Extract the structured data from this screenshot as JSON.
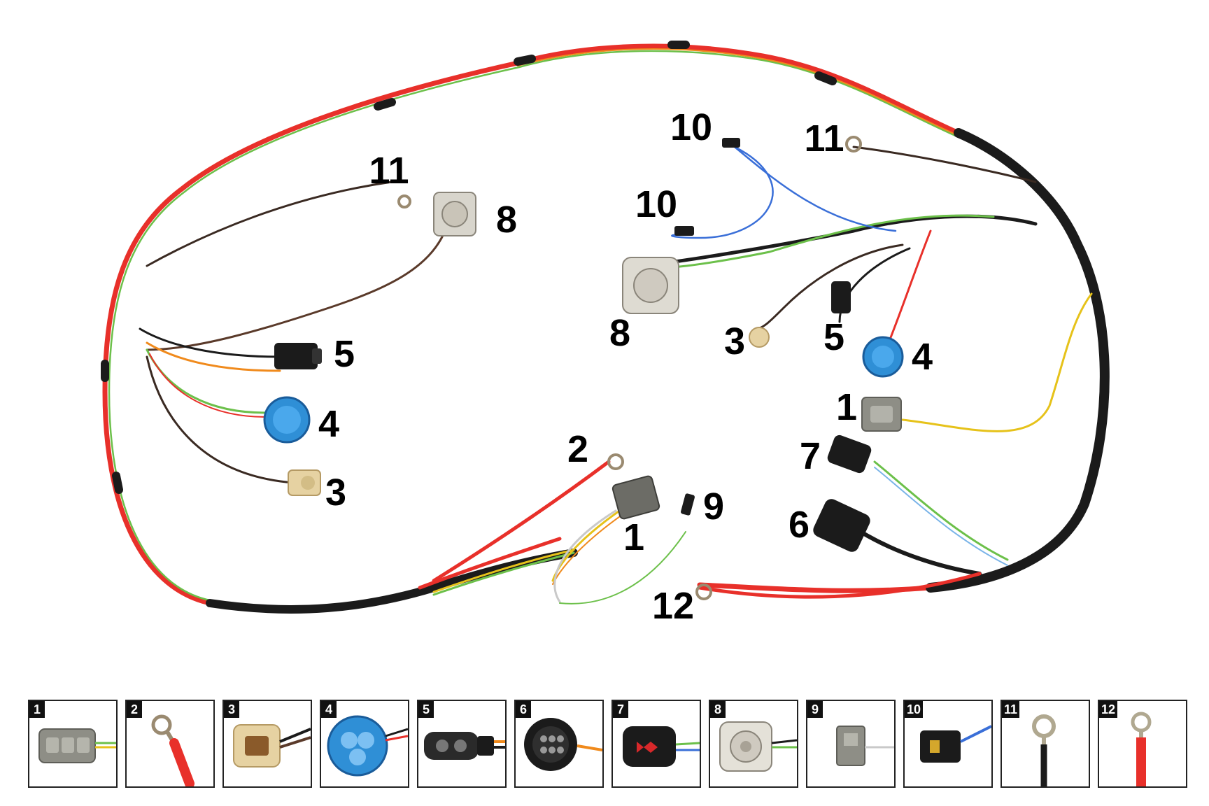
{
  "callouts": {
    "label_11_a": "11",
    "label_8_a": "8",
    "label_5_a": "5",
    "label_4_a": "4",
    "label_3_a": "3",
    "label_2": "2",
    "label_1_a": "1",
    "label_9": "9",
    "label_10_a": "10",
    "label_10_b": "10",
    "label_11_b": "11",
    "label_8_b": "8",
    "label_3_b": "3",
    "label_5_b": "5",
    "label_4_b": "4",
    "label_1_b": "1",
    "label_7": "7",
    "label_6": "6",
    "label_12": "12"
  },
  "legend": [
    {
      "num": "1",
      "icon": "grey-3-pin-connector-icon"
    },
    {
      "num": "2",
      "icon": "red-ring-terminal-icon"
    },
    {
      "num": "3",
      "icon": "tan-bulb-socket-icon"
    },
    {
      "num": "4",
      "icon": "blue-headlamp-connector-icon"
    },
    {
      "num": "5",
      "icon": "black-2-pin-connector-icon"
    },
    {
      "num": "6",
      "icon": "black-multi-pin-connector-icon"
    },
    {
      "num": "7",
      "icon": "black-red-connector-icon"
    },
    {
      "num": "8",
      "icon": "white-bulb-socket-icon"
    },
    {
      "num": "9",
      "icon": "grey-spade-connector-icon"
    },
    {
      "num": "10",
      "icon": "black-single-connector-icon"
    },
    {
      "num": "11",
      "icon": "black-ring-terminal-icon"
    },
    {
      "num": "12",
      "icon": "red-ring-terminal-icon"
    }
  ],
  "colors": {
    "wire_red": "#e8302a",
    "wire_green": "#6cc04a",
    "wire_black": "#1b1b1b",
    "wire_brown": "#5a3a2a",
    "wire_blue": "#3a6fd8",
    "wire_yellow": "#e6c21a",
    "wire_orange": "#f08a1c",
    "connector_blue": "#2f8fd6",
    "connector_tan": "#e6d2a2",
    "connector_grey": "#8e8e86"
  }
}
